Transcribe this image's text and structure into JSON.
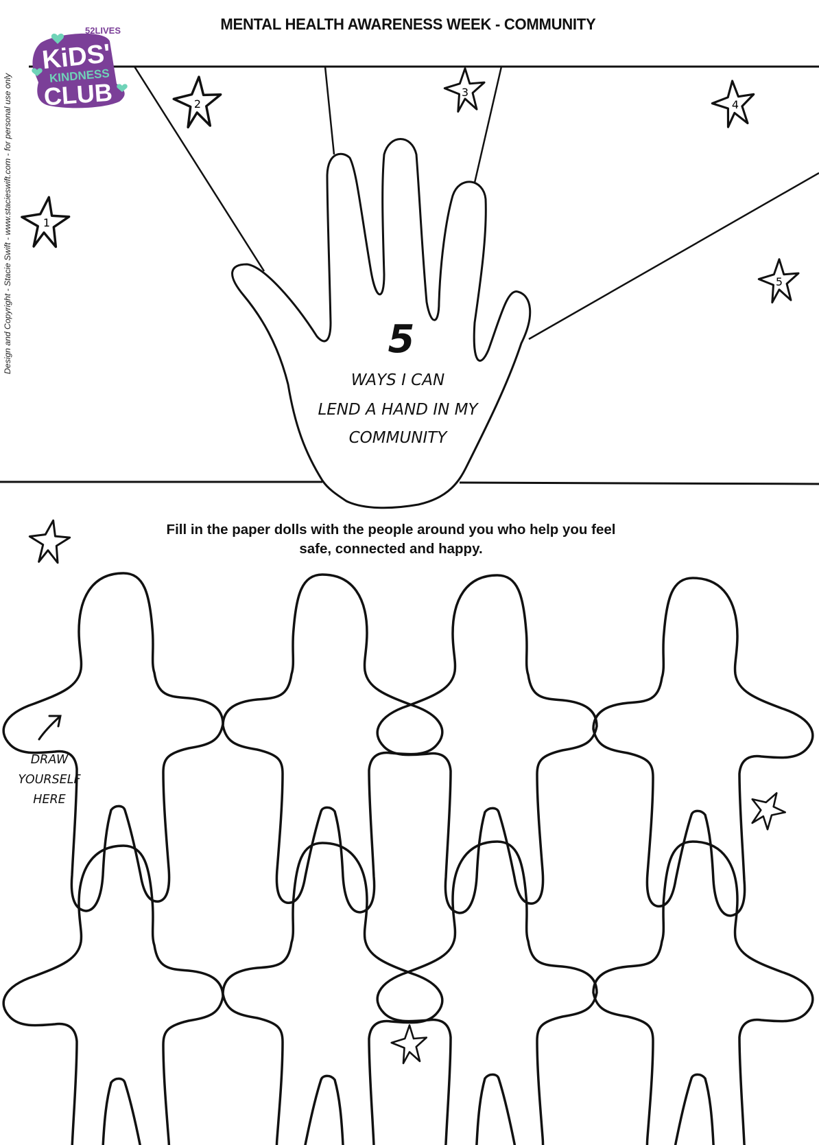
{
  "header": {
    "title": "MENTAL HEALTH AWARENESS WEEK - COMMUNITY"
  },
  "logo": {
    "top_text": "52LIVES",
    "line1": "KiDS'",
    "line2": "KINDNESS",
    "line3": "CLUB",
    "colors": {
      "purple": "#7b3f98",
      "mint": "#6fd3b8",
      "white": "#ffffff"
    }
  },
  "sidebar": {
    "copyright": "Design and Copyright -  Stacie Swift - www.stacieswift.com - for personal use only"
  },
  "hand_section": {
    "number": "5",
    "line1": "WAYS I CAN",
    "line2": "LEND A HAND IN MY",
    "line3": "COMMUNITY",
    "stars": [
      {
        "label": "1",
        "icon": "star-icon"
      },
      {
        "label": "2",
        "icon": "star-icon"
      },
      {
        "label": "3",
        "icon": "star-icon"
      },
      {
        "label": "4",
        "icon": "star-icon"
      },
      {
        "label": "5",
        "icon": "star-icon"
      }
    ]
  },
  "dolls_section": {
    "instruction": "Fill in the paper dolls with the people around you who help you feel safe, connected and happy.",
    "instruction_line1": "Fill in the paper dolls with the people around you who help you feel",
    "instruction_line2": "safe, connected and happy.",
    "draw_label_line1": "DRAW",
    "draw_label_line2": "YOURSELF",
    "draw_label_line3": "HERE",
    "rows": [
      {
        "doll_count": 4
      },
      {
        "doll_count": 4
      }
    ]
  }
}
